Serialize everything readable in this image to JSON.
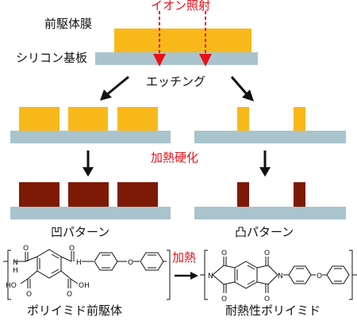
{
  "labels": {
    "precursor_film": "前駆体膜",
    "ion_irradiation": "イオン照射",
    "silicon_substrate": "シリコン基板",
    "etching": "エッチング",
    "heat_curing": "加熱硬化",
    "concave_pattern": "凹パターン",
    "convex_pattern": "凸パターン",
    "heating": "加熱",
    "polyimide_precursor": "ポリイミド前駆体",
    "heat_resistant_polyimide": "耐熱性ポリイミド"
  },
  "chem": {
    "amide_nh": "N",
    "amide_h": "H",
    "hydroxyl_left": "HO",
    "hydroxyl_right": "OH",
    "oxygen": "O",
    "nitrogen": "N",
    "hydrogen": "H"
  },
  "colors": {
    "precursor": "#f9b81a",
    "cured": "#7d1a05",
    "substrate": "#a9c4cc",
    "accent_red": "#e8101a",
    "ink": "#111111"
  }
}
